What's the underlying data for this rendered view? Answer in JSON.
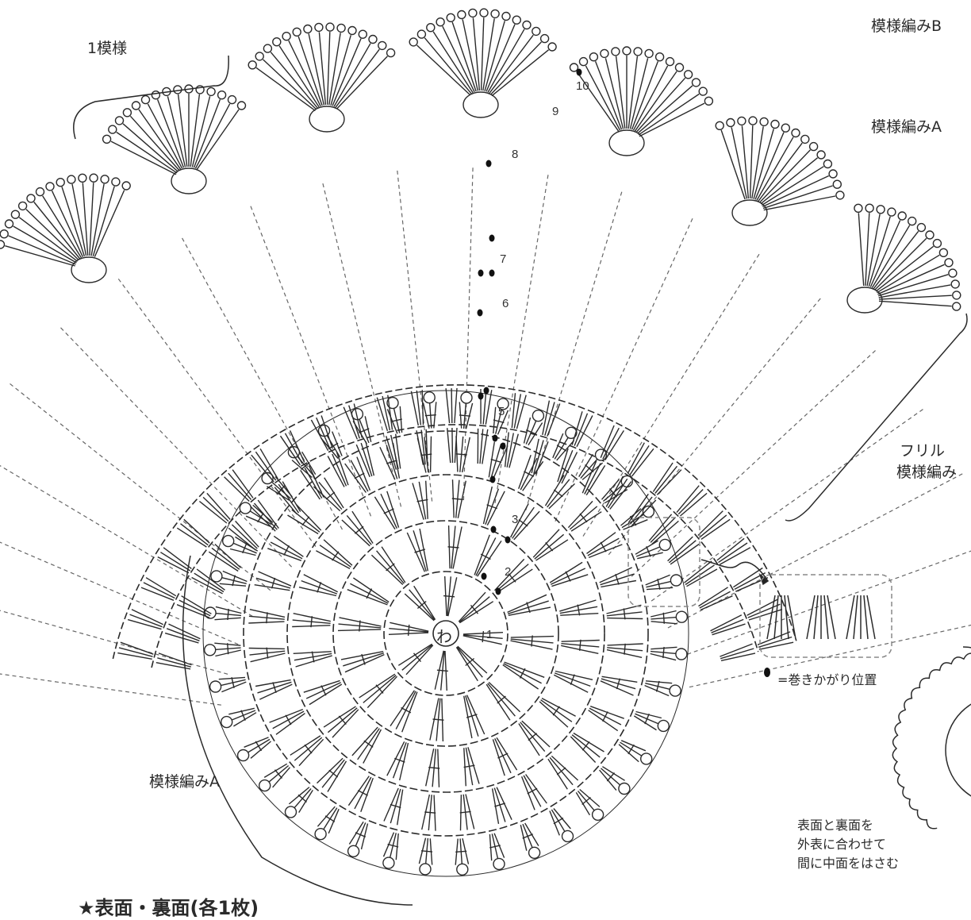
{
  "labels": {
    "pattern_unit": "1模様",
    "pattern_b": "模様編みB",
    "pattern_a_top": "模様編みA",
    "frill": "フリル",
    "frill_pattern": "模様編み",
    "center_ring": "わ",
    "pattern_a_bottom": "模様編みA",
    "legend": "=巻きかがり位置",
    "title": "★表面・裏面(各1枚)"
  },
  "row_numbers": [
    "1",
    "2",
    "3",
    "5",
    "6",
    "7",
    "8",
    "9",
    "10"
  ],
  "assembly_note": [
    "表面と裏面を",
    "外表に合わせて",
    "間に中面をはさむ"
  ],
  "colors": {
    "ink": "#2a2a2a",
    "dash": "#666666",
    "box": "#888888"
  }
}
